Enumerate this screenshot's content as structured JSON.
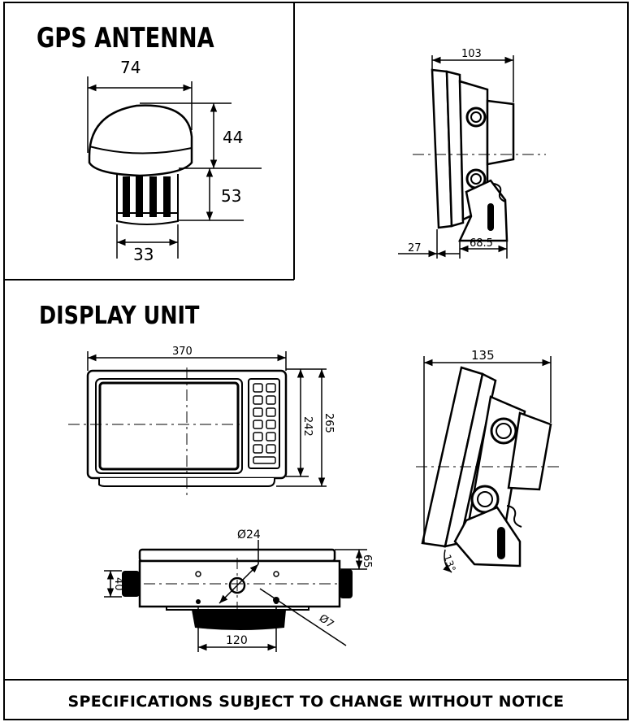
{
  "antenna": {
    "title": "GPS ANTENNA",
    "dims": {
      "width": "74",
      "height_top": "44",
      "height_base": "53",
      "base_width": "33"
    }
  },
  "display": {
    "title": "DISPLAY UNIT",
    "dims": {
      "width": "370",
      "height_inner": "242",
      "height_total": "265"
    }
  },
  "side_view_small": {
    "dims": {
      "depth": "103",
      "offset": "27",
      "bracket": "68.5"
    }
  },
  "side_view_large": {
    "dims": {
      "depth": "135",
      "tilt": "13°"
    }
  },
  "bottom_view": {
    "dims": {
      "hole_dia": "Ø24",
      "mount_hole": "Ø7",
      "spacing": "120",
      "side_h": "40",
      "right_h": "65"
    }
  },
  "footer": {
    "text": "SPECIFICATIONS SUBJECT TO CHANGE WITHOUT NOTICE"
  }
}
